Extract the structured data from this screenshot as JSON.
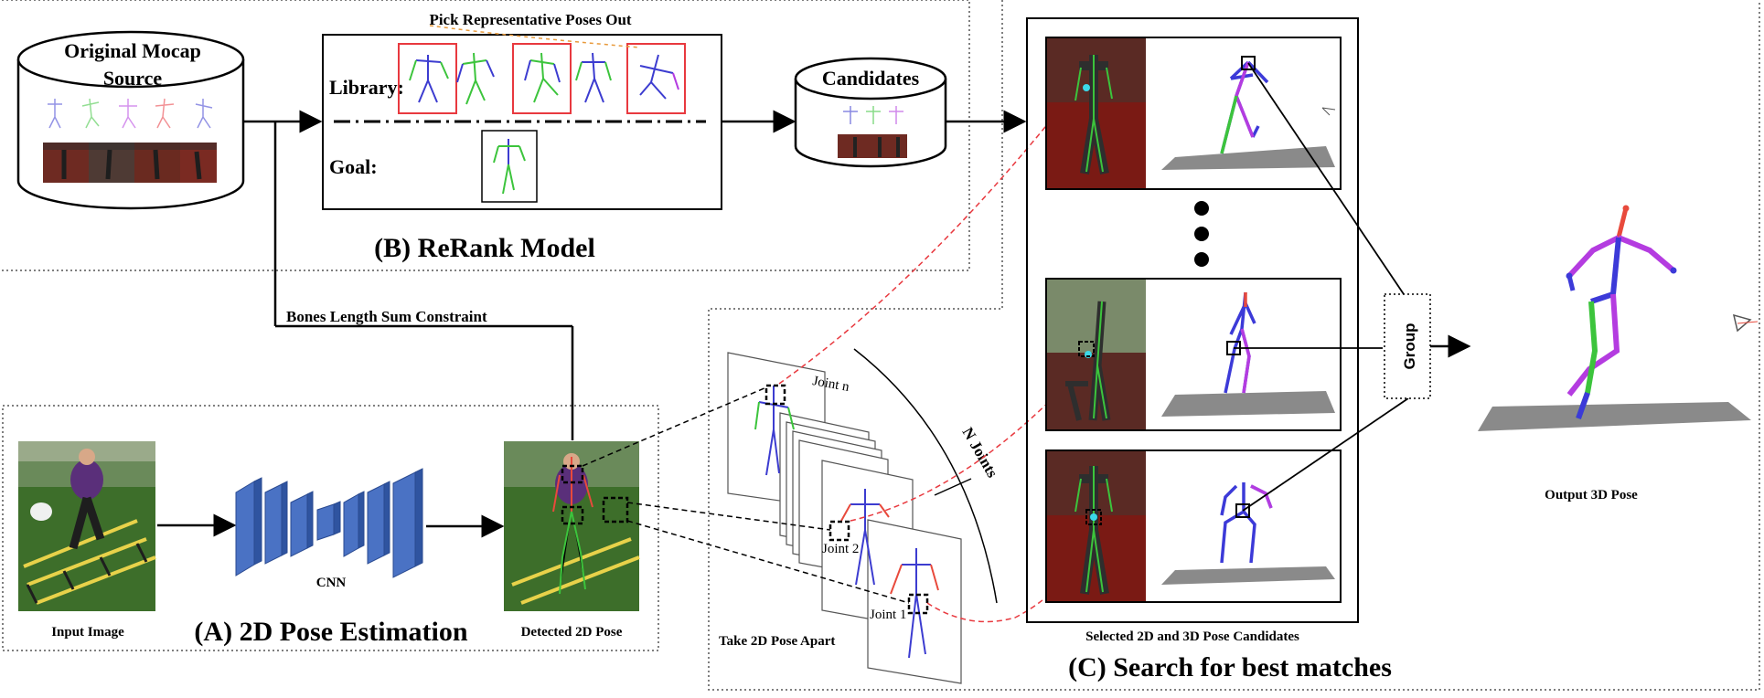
{
  "source": {
    "title_line1": "Original Mocap",
    "title_line2": "Source"
  },
  "rerank": {
    "header": "Pick Representative Poses Out",
    "library_label": "Library:",
    "goal_label": "Goal:",
    "title": "(B)  ReRank Model"
  },
  "candidates": {
    "label": "Candidates"
  },
  "constraint": {
    "label": "Bones Length Sum Constraint"
  },
  "estimation": {
    "input_label": "Input Image",
    "cnn_label": "CNN",
    "detected_label": "Detected 2D Pose",
    "title": "(A)  2D Pose Estimation"
  },
  "apart": {
    "joint_n": "Joint n",
    "joint_2": "Joint 2",
    "joint_1": "Joint 1",
    "n_joints": "N Joints",
    "label": "Take 2D Pose Apart"
  },
  "search": {
    "selected_label": "Selected 2D and 3D Pose Candidates",
    "title": "(C)  Search for best matches",
    "group_label": "Group"
  },
  "output": {
    "label": "Output 3D Pose"
  },
  "colors": {
    "cnn_blue": "#4a72c4",
    "library_highlight": "#e8393f",
    "dashed_link": "#e8393f",
    "ground_gray": "#8a8a8a",
    "skeleton_green": "#3cc43c",
    "skeleton_blue": "#2c3ad8",
    "skeleton_purple": "#b43ce0",
    "photo_red": "#7a1a14"
  }
}
